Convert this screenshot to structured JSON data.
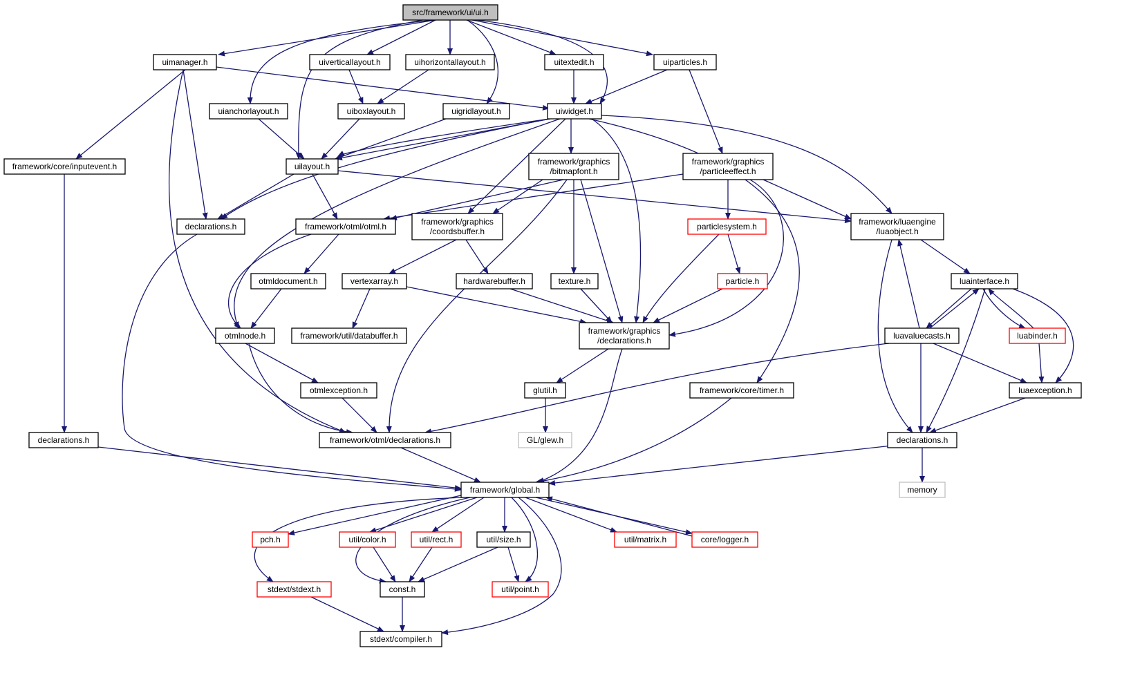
{
  "colors": {
    "edge": "#191970",
    "border_normal": "#000000",
    "border_incomplete": "#ff0000",
    "border_external": "#bfbfbf",
    "root_fill": "#bfbfbf"
  },
  "nodes": [
    {
      "id": "ui_h",
      "lines": [
        "src/framework/ui/ui.h"
      ],
      "kind": "root"
    },
    {
      "id": "uimanager_h",
      "lines": [
        "uimanager.h"
      ],
      "kind": "normal"
    },
    {
      "id": "uiverticallayout_h",
      "lines": [
        "uiverticallayout.h"
      ],
      "kind": "normal"
    },
    {
      "id": "uihorizontallayout_h",
      "lines": [
        "uihorizontallayout.h"
      ],
      "kind": "normal"
    },
    {
      "id": "uitextedit_h",
      "lines": [
        "uitextedit.h"
      ],
      "kind": "normal"
    },
    {
      "id": "uiparticles_h",
      "lines": [
        "uiparticles.h"
      ],
      "kind": "normal"
    },
    {
      "id": "uianchorlayout_h",
      "lines": [
        "uianchorlayout.h"
      ],
      "kind": "normal"
    },
    {
      "id": "uiboxlayout_h",
      "lines": [
        "uiboxlayout.h"
      ],
      "kind": "normal"
    },
    {
      "id": "uigridlayout_h",
      "lines": [
        "uigridlayout.h"
      ],
      "kind": "normal"
    },
    {
      "id": "uiwidget_h",
      "lines": [
        "uiwidget.h"
      ],
      "kind": "normal"
    },
    {
      "id": "inputevent_h",
      "lines": [
        "framework/core/inputevent.h"
      ],
      "kind": "normal"
    },
    {
      "id": "uilayout_h",
      "lines": [
        "uilayout.h"
      ],
      "kind": "normal"
    },
    {
      "id": "bitmapfont_h",
      "lines": [
        "framework/graphics",
        "/bitmapfont.h"
      ],
      "kind": "normal"
    },
    {
      "id": "particleeffect_h",
      "lines": [
        "framework/graphics",
        "/particleeffect.h"
      ],
      "kind": "normal"
    },
    {
      "id": "ui_declarations_h",
      "lines": [
        "declarations.h"
      ],
      "kind": "normal"
    },
    {
      "id": "otml_h",
      "lines": [
        "framework/otml/otml.h"
      ],
      "kind": "normal"
    },
    {
      "id": "coordsbuffer_h",
      "lines": [
        "framework/graphics",
        "/coordsbuffer.h"
      ],
      "kind": "normal"
    },
    {
      "id": "particlesystem_h",
      "lines": [
        "particlesystem.h"
      ],
      "kind": "incomplete"
    },
    {
      "id": "luaobject_h",
      "lines": [
        "framework/luaengine",
        "/luaobject.h"
      ],
      "kind": "normal"
    },
    {
      "id": "otmldocument_h",
      "lines": [
        "otmldocument.h"
      ],
      "kind": "normal"
    },
    {
      "id": "vertexarray_h",
      "lines": [
        "vertexarray.h"
      ],
      "kind": "normal"
    },
    {
      "id": "hardwarebuffer_h",
      "lines": [
        "hardwarebuffer.h"
      ],
      "kind": "normal"
    },
    {
      "id": "texture_h",
      "lines": [
        "texture.h"
      ],
      "kind": "normal"
    },
    {
      "id": "particle_h",
      "lines": [
        "particle.h"
      ],
      "kind": "incomplete"
    },
    {
      "id": "luainterface_h",
      "lines": [
        "luainterface.h"
      ],
      "kind": "normal"
    },
    {
      "id": "otmlnode_h",
      "lines": [
        "otmlnode.h"
      ],
      "kind": "normal"
    },
    {
      "id": "databuffer_h",
      "lines": [
        "framework/util/databuffer.h"
      ],
      "kind": "normal"
    },
    {
      "id": "graphics_declarations_h",
      "lines": [
        "framework/graphics",
        "/declarations.h"
      ],
      "kind": "normal"
    },
    {
      "id": "luavaluecasts_h",
      "lines": [
        "luavaluecasts.h"
      ],
      "kind": "normal"
    },
    {
      "id": "luabinder_h",
      "lines": [
        "luabinder.h"
      ],
      "kind": "incomplete"
    },
    {
      "id": "otmlexception_h",
      "lines": [
        "otmlexception.h"
      ],
      "kind": "normal"
    },
    {
      "id": "glutil_h",
      "lines": [
        "glutil.h"
      ],
      "kind": "normal"
    },
    {
      "id": "timer_h",
      "lines": [
        "framework/core/timer.h"
      ],
      "kind": "normal"
    },
    {
      "id": "luaexception_h",
      "lines": [
        "luaexception.h"
      ],
      "kind": "normal"
    },
    {
      "id": "core_declarations_h",
      "lines": [
        "declarations.h"
      ],
      "kind": "normal"
    },
    {
      "id": "otml_declarations_h",
      "lines": [
        "framework/otml/declarations.h"
      ],
      "kind": "normal"
    },
    {
      "id": "glew_h",
      "lines": [
        "GL/glew.h"
      ],
      "kind": "external"
    },
    {
      "id": "lua_declarations_h",
      "lines": [
        "declarations.h"
      ],
      "kind": "normal"
    },
    {
      "id": "memory",
      "lines": [
        "memory"
      ],
      "kind": "external"
    },
    {
      "id": "global_h",
      "lines": [
        "framework/global.h"
      ],
      "kind": "normal"
    },
    {
      "id": "pch_h",
      "lines": [
        "pch.h"
      ],
      "kind": "incomplete"
    },
    {
      "id": "color_h",
      "lines": [
        "util/color.h"
      ],
      "kind": "incomplete"
    },
    {
      "id": "rect_h",
      "lines": [
        "util/rect.h"
      ],
      "kind": "incomplete"
    },
    {
      "id": "size_h",
      "lines": [
        "util/size.h"
      ],
      "kind": "normal"
    },
    {
      "id": "matrix_h",
      "lines": [
        "util/matrix.h"
      ],
      "kind": "incomplete"
    },
    {
      "id": "logger_h",
      "lines": [
        "core/logger.h"
      ],
      "kind": "incomplete"
    },
    {
      "id": "stdext_h",
      "lines": [
        "stdext/stdext.h"
      ],
      "kind": "incomplete"
    },
    {
      "id": "const_h",
      "lines": [
        "const.h"
      ],
      "kind": "normal"
    },
    {
      "id": "point_h",
      "lines": [
        "util/point.h"
      ],
      "kind": "incomplete"
    },
    {
      "id": "compiler_h",
      "lines": [
        "stdext/compiler.h"
      ],
      "kind": "normal"
    }
  ]
}
